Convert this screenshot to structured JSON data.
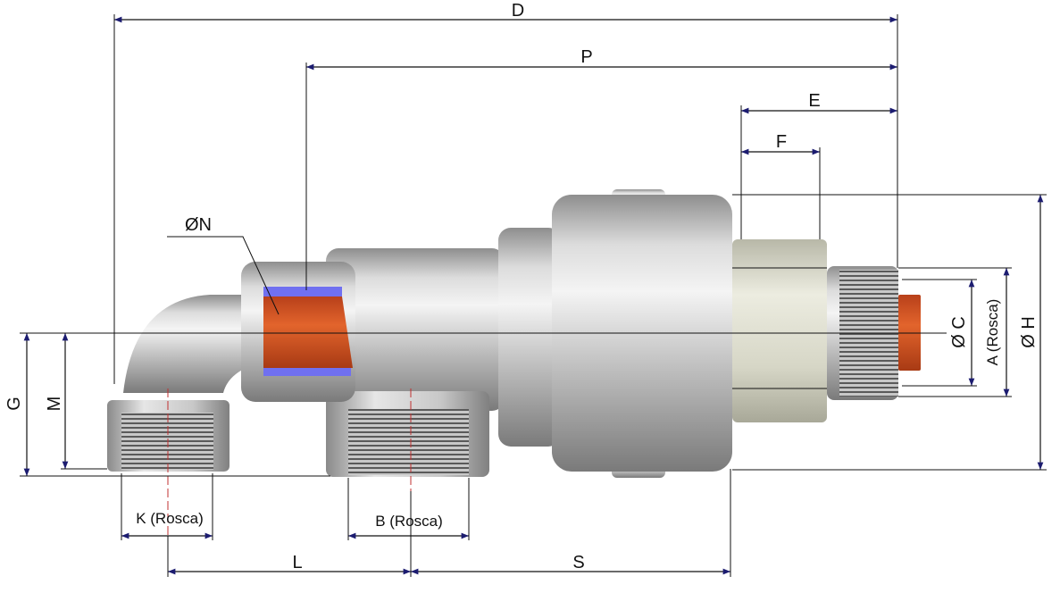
{
  "labels": {
    "D": "D",
    "P": "P",
    "E": "E",
    "F": "F",
    "N": "ØN",
    "G": "G",
    "M": "M",
    "K": "K (Rosca)",
    "B": "B (Rosca)",
    "L": "L",
    "S": "S",
    "C": "Ø C",
    "A": "A  (Rosca)",
    "H": "Ø H"
  },
  "colors": {
    "arrow": "#1c1c70",
    "copper": "#d2501e",
    "seal": "#7070f0",
    "hex_nut": "#d9d9c9",
    "steel": "#b9b9b9",
    "centerline": "#c03030"
  }
}
